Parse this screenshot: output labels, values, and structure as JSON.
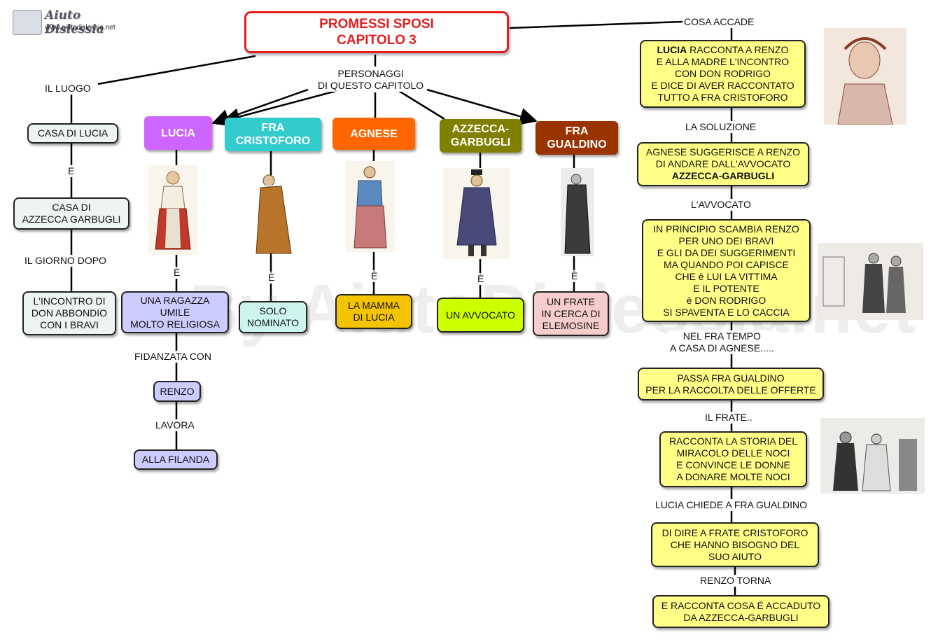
{
  "logo": {
    "name": "Aiuto Dislessia",
    "url": "www.aiutodislessia.net"
  },
  "watermark": "By AiutoDislessia.net",
  "title": "PROMESSI SPOSI\nCAPITOLO 3",
  "colors": {
    "title_border": "#e02020",
    "lucia": "#cc66ff",
    "cristoforo": "#33cccc",
    "agnese": "#ff6600",
    "azzecca": "#808000",
    "gualdino": "#993300",
    "yellow_node": "#ffff88"
  },
  "left": {
    "link_place": "IL LUOGO",
    "casa_lucia": "CASA DI LUCIA",
    "link_e": "E",
    "casa_azzecca": "CASA DI\nAZZECCA GARBUGLI",
    "link_day": "IL GIORNO DOPO",
    "incontro": "L'INCONTRO DI\nDON ABBONDIO\nCON I BRAVI"
  },
  "characters": {
    "link_label": "PERSONAGGI\nDI QUESTO CAPITOLO",
    "is_label": "È",
    "lucia": {
      "name": "LUCIA",
      "desc": "UNA RAGAZZA\nUMILE\nMOLTO RELIGIOSA",
      "link_engaged": "FIDANZATA CON",
      "renzo": "RENZO",
      "link_work": "LAVORA",
      "work": "ALLA FILANDA"
    },
    "cristoforo": {
      "name": "FRA\nCRISTOFORO",
      "desc": "SOLO\nNOMINATO"
    },
    "agnese": {
      "name": "AGNESE",
      "desc": "LA MAMMA\nDI LUCIA"
    },
    "azzecca": {
      "name": "AZZECCA-\nGARBUGLI",
      "desc": "UN AVVOCATO"
    },
    "gualdino": {
      "name": "FRA\nGUALDINO",
      "desc": "UN FRATE\nIN CERCA DI\nELEMOSINE"
    }
  },
  "right": {
    "link_what": "COSA  ACCADE",
    "n1_bold": "LUCIA",
    "n1_rest": " RACCONTA A RENZO\nE ALLA MADRE L'INCONTRO\nCON DON RODRIGO\nE DICE DI AVER RACCONTATO\nTUTTO A FRA CRISTOFORO",
    "link_solution": "LA SOLUZIONE",
    "n2_text": "AGNESE SUGGERISCE A RENZO\nDI ANDARE DALL'AVVOCATO\n",
    "n2_bold": "AZZECCA-GARBUGLI",
    "link_lawyer": "L'AVVOCATO",
    "n3": "IN PRINCIPIO SCAMBIA RENZO\nPER UNO DEI BRAVI\nE GLI DA DEI SUGGERIMENTI\nMA QUANDO POI CAPISCE\nCHE è LUI LA VITTIMA\nE IL POTENTE\nè DON RODRIGO\nSI SPAVENTA E LO CACCIA",
    "link_meanwhile": "NEL FRA TEMPO\nA CASA DI AGNESE.....",
    "n4": "PASSA FRA GUALDINO\nPER LA RACCOLTA DELLE OFFERTE",
    "link_friar": "IL FRATE..",
    "n5": "RACCONTA LA STORIA DEL\nMIRACOLO DELLE NOCI\nE CONVINCE LE DONNE\nA DONARE MOLTE NOCI",
    "link_asks": "LUCIA CHIEDE A FRA GUALDINO",
    "n6": "DI DIRE A FRATE CRISTOFORO\nCHE HANNO BISOGNO DEL\nSUO AIUTO",
    "link_returns": "RENZO TORNA",
    "n7": "E RACCONTA COSA È ACCADUTO\nDA AZZECCA-GARBUGLI"
  }
}
